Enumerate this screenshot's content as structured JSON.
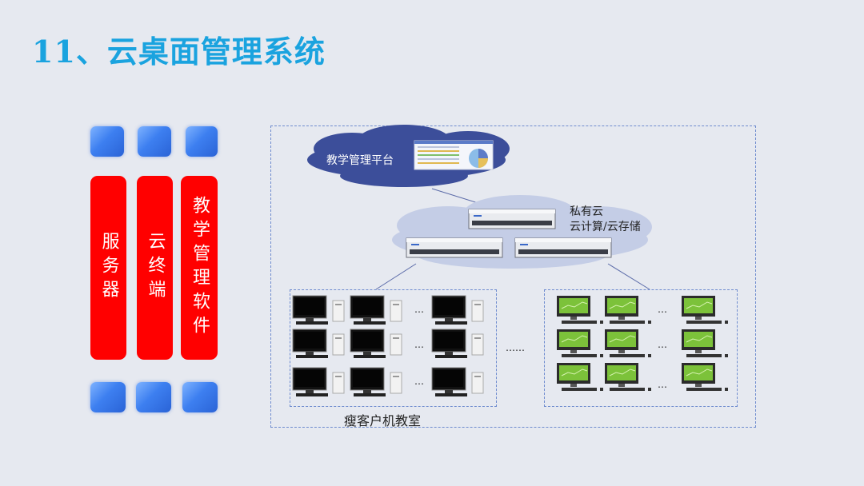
{
  "title": "11、云桌面管理系统",
  "pillars": [
    {
      "label": "服务器",
      "color": "#ff0000"
    },
    {
      "label": "云终端",
      "color": "#ff0000"
    },
    {
      "label": "教学管理软件",
      "color": "#ff0000"
    }
  ],
  "diagram": {
    "platform_label": "教学管理平台",
    "private_cloud_label": "私有云",
    "compute_storage_label": "云计算/云存储",
    "room_label": "瘦客户机教室",
    "ellipsis": "……",
    "row_ellipsis": "…"
  },
  "colors": {
    "title": "#1aa3df",
    "pillar": "#ff0000",
    "cube": "#3d7ff0",
    "cloud": "#3c4e9a"
  }
}
